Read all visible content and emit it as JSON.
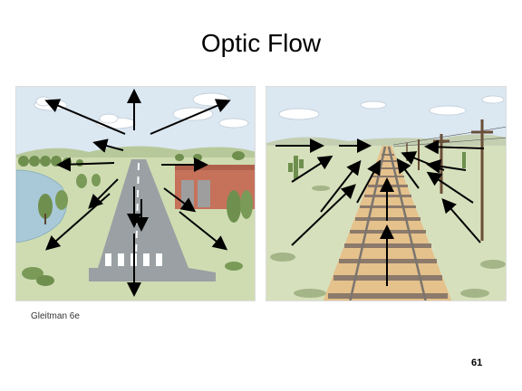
{
  "slide": {
    "title": "Optic Flow",
    "credit": "Gleitman 6e",
    "page_number": "61"
  },
  "colors": {
    "sky": "#dbe7f1",
    "ground": "#cfdcb2",
    "runway": "#9aa0a3",
    "hangar": "#c6725b",
    "water": "#a9c9d9",
    "gravel": "#e5c18c",
    "arrow": "#000000"
  },
  "panels": [
    {
      "id": "landing-airplane-view"
    },
    {
      "id": "railroad-track-view"
    }
  ]
}
